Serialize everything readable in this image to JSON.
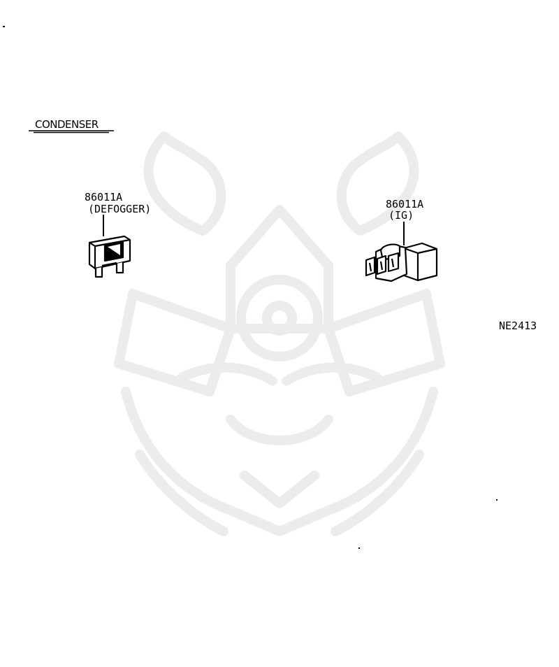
{
  "section_title": "CONDENSER",
  "parts": [
    {
      "part_number": "86011A",
      "note": "(DEFOGGER)"
    },
    {
      "part_number": "86011A",
      "note": "(IG)"
    }
  ],
  "figure_code": "NE2413",
  "watermark": "samurai helmet mask logo",
  "colors": {
    "ink": "#000000",
    "watermark": "#ebebeb",
    "background": "#ffffff"
  }
}
